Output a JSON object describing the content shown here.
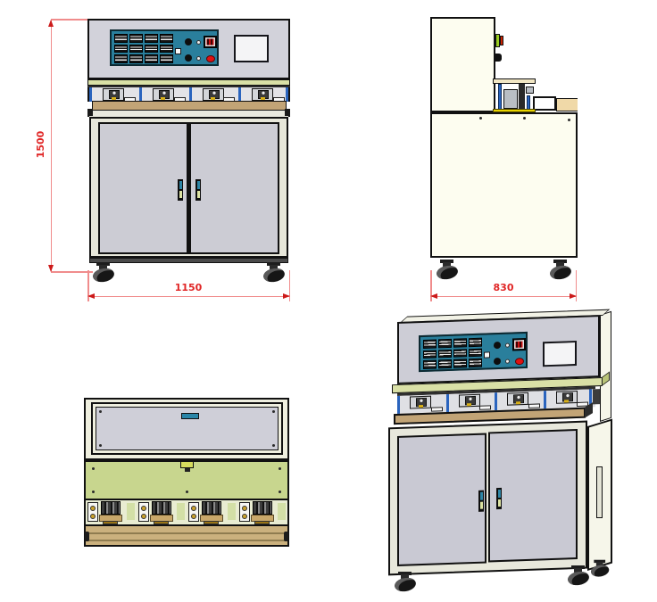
{
  "dimensions": {
    "height": "1500",
    "width": "1150",
    "depth": "830"
  },
  "colors": {
    "dimension_line": "#f08c8c",
    "dimension_accent": "#cc1a1a",
    "dimension_text": "#e02525",
    "panel_gray": "#d2d2da",
    "door_gray": "#ccccd4",
    "body_ivory": "#fdfdf0",
    "frame_cream": "#e7e7da",
    "control_teal": "#2a7f9c",
    "strip_green": "#d9e0a6",
    "panel_green": "#c8d68e",
    "worktable_tan": "#c2a476",
    "top_view_tan": "#cbb17e",
    "rail_blue": "#2a64be",
    "emergency_red": "#e01212",
    "outline": "#111111"
  },
  "icons": {
    "emergency_stop_button": "red-round-button",
    "power_switch": "red-striped-rocker",
    "indicator_button": "round-push-button",
    "caster": "swivel-wheel"
  }
}
